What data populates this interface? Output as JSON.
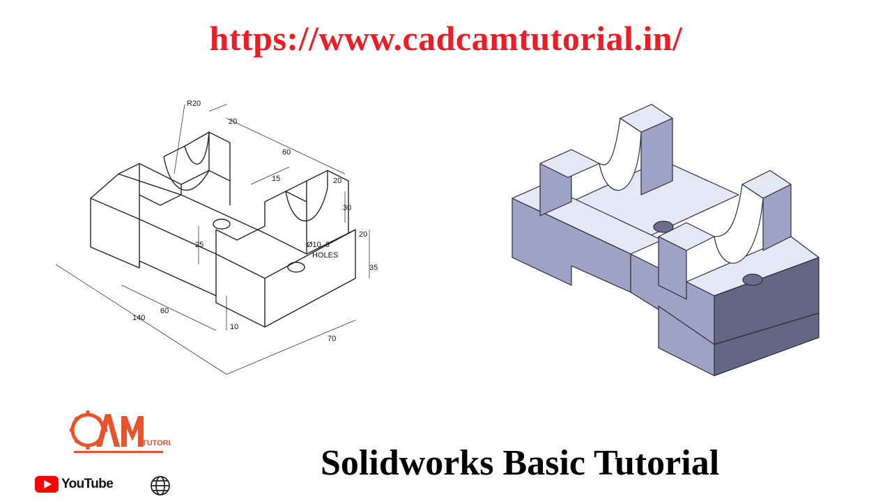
{
  "header": {
    "url_text": "https://www.cadcamtutorial.in/"
  },
  "drawing": {
    "dimensions": {
      "r20": "R20",
      "top20": "20",
      "d60": "60",
      "d15": "15",
      "right20": "20",
      "d30": "30",
      "low20": "20",
      "d35": "35",
      "d25": "25",
      "hole_dia": "Ø10, 3",
      "hole_label": "HOLES",
      "d140": "140",
      "d60b": "60",
      "d10": "10",
      "d70": "70"
    }
  },
  "footer": {
    "title": "Solidworks Basic Tutorial",
    "youtube_label": "YouTube",
    "logo_text": "TUTORIAL"
  },
  "colors": {
    "url_red": "#ee1c25",
    "logo_orange": "#e8532b",
    "youtube_red": "#ff0000",
    "model_top": "#e4e7f4",
    "model_front": "#9ea3c6",
    "model_side": "#636783"
  },
  "icons": [
    "youtube-play-icon",
    "globe-icon",
    "gear-logo-icon"
  ]
}
